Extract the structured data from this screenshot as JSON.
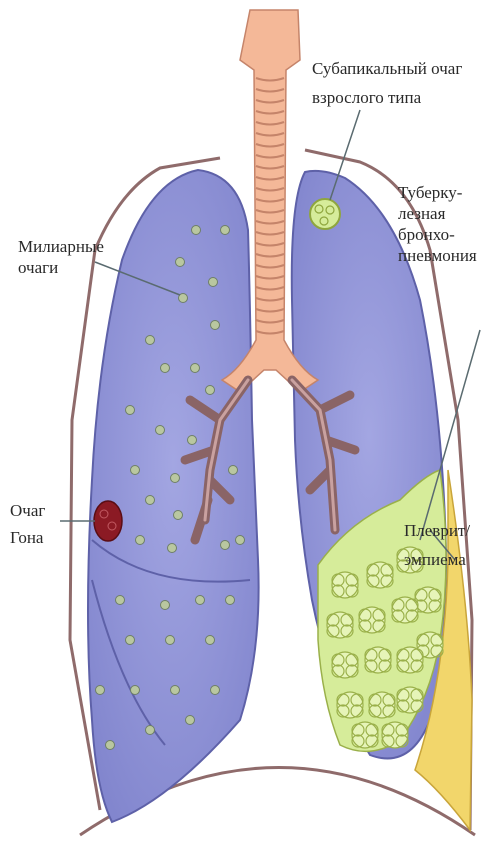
{
  "labels": {
    "subapical_line1": "Субапикальный очаг",
    "subapical_line2": "взрослого типа",
    "tuberculous_line1": "Туберку-",
    "tuberculous_line2": "лезная",
    "tuberculous_line3": "бронхо-",
    "tuberculous_line4": "пневмония",
    "miliary_line1": "Милиарные",
    "miliary_line2": "очаги",
    "ghon_line1": "Очаг",
    "ghon_line2": "Гона",
    "pleurisy_line1": "Плеврит/",
    "pleurisy_line2": "эмпиема"
  },
  "colors": {
    "lung": "#8f92d6",
    "lung_lobe_line": "#5e61a8",
    "trachea": "#f4b898",
    "bronchi": "#a37f80",
    "focus_green": "#d6ec9a",
    "empyema_yellow": "#f2d66b",
    "ghon_focus": "#8b1a24",
    "chest_outline": "#8f6b6b"
  },
  "icons": [
    "trachea-shape",
    "bronchial-tree-shape",
    "miliary-nodule",
    "bronchopneumonia-cluster"
  ]
}
